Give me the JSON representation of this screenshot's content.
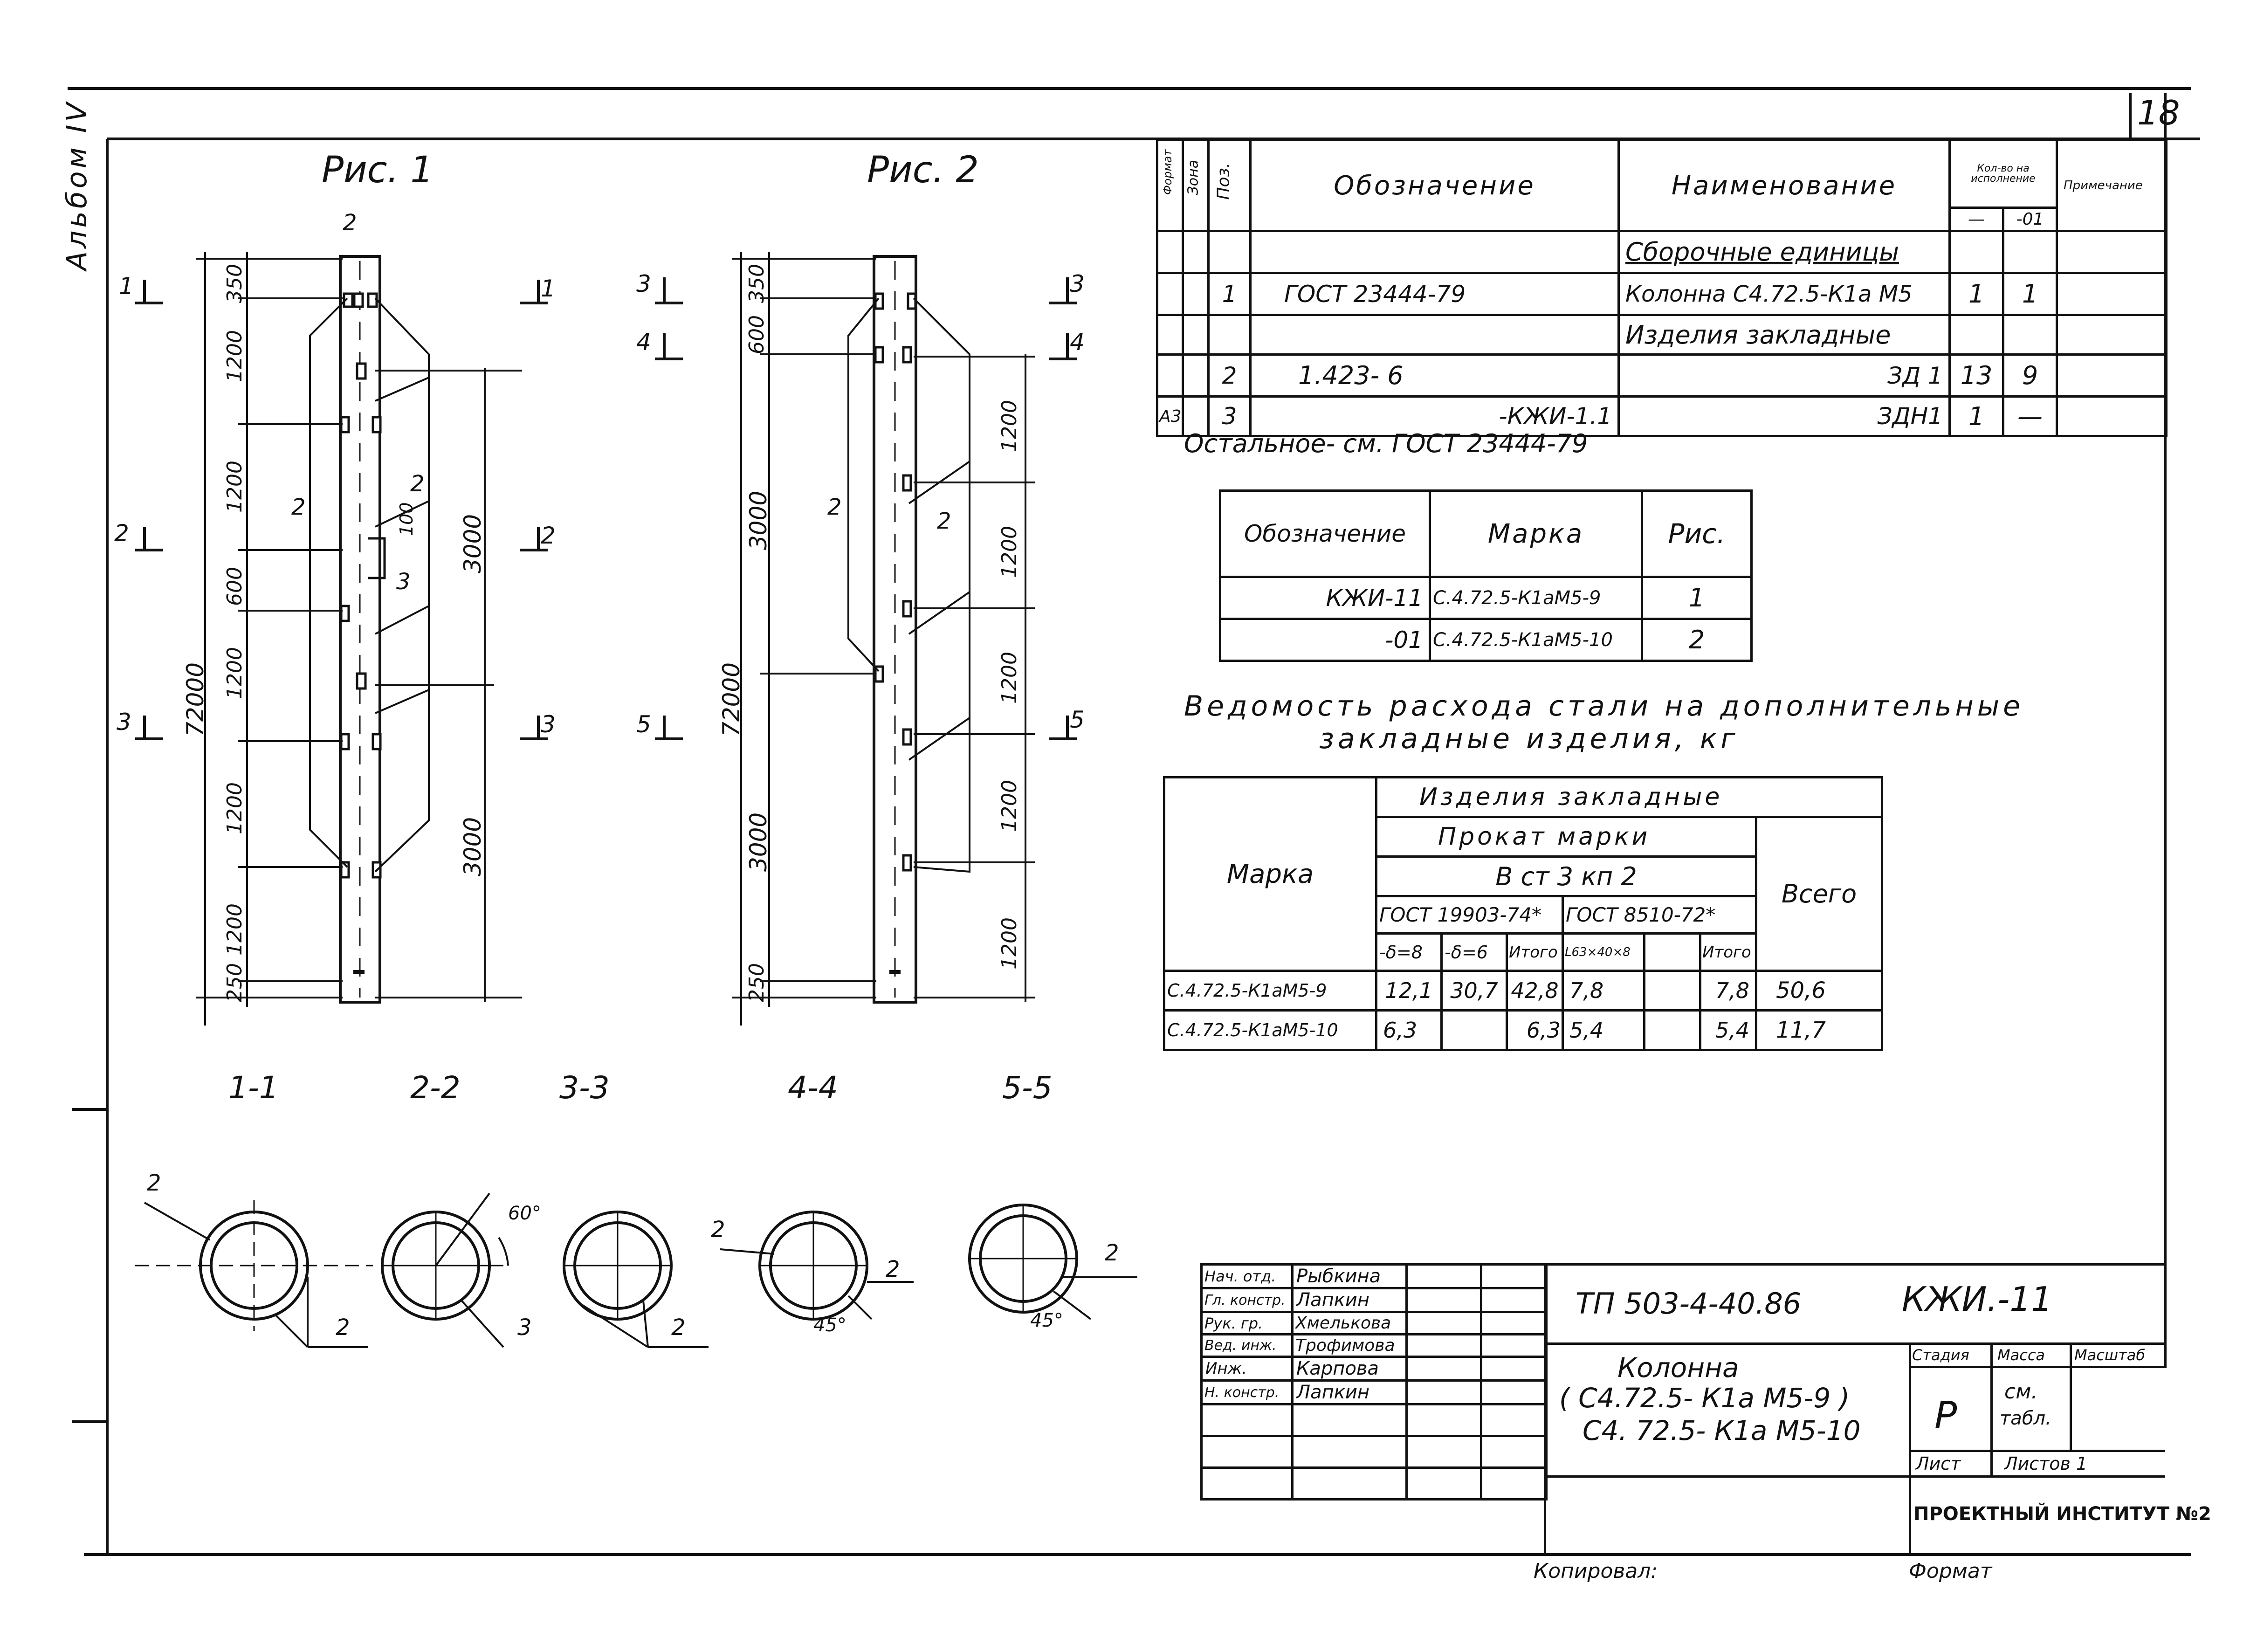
{
  "sheet_number": "18",
  "album_label": "Альбом IV",
  "fig1": {
    "title": "Рис. 1",
    "dims_left": [
      "350",
      "1200",
      "1200",
      "600",
      "1200",
      "1200",
      "1200",
      "250"
    ],
    "overall": "72000",
    "dims_right": [
      "3000",
      "3000"
    ],
    "pos_labels": [
      "2",
      "2",
      "2",
      "3"
    ],
    "offset": "100"
  },
  "fig2": {
    "title": "Рис. 2",
    "dims_left": [
      "350",
      "600",
      "3000",
      "3000",
      "250"
    ],
    "overall": "72000",
    "dims_right": [
      "1200",
      "1200",
      "1200",
      "1200",
      "1200"
    ],
    "pos_labels": [
      "2",
      "2"
    ]
  },
  "section_marks": [
    "1",
    "2",
    "3",
    "1",
    "2",
    "3",
    "3",
    "4",
    "5",
    "3",
    "4",
    "5"
  ],
  "sections": {
    "labels": [
      "1-1",
      "2-2",
      "3-3",
      "4-4",
      "5-5"
    ],
    "angle_60": "60°",
    "angle_45a": "45°",
    "angle_45b": "45°",
    "pos": [
      "2",
      "2",
      "3",
      "2",
      "2",
      "2",
      "2",
      "2"
    ]
  },
  "spec_table": {
    "headers": {
      "format": "Формат",
      "zone": "Зона",
      "pos": "Поз.",
      "designation": "Обозначение",
      "name": "Наименование",
      "qty": "Кол-во на исполнение",
      "qty_a": "—",
      "qty_b": "-01",
      "note": "Примечание"
    },
    "rows": [
      {
        "format": "",
        "zone": "",
        "pos": "",
        "designation": "",
        "name": "Сборочные единицы",
        "qa": "",
        "qb": ""
      },
      {
        "format": "",
        "zone": "",
        "pos": "1",
        "designation": "ГОСТ 23444-79",
        "name": "Колонна С4.72.5-К1а М5",
        "qa": "1",
        "qb": "1"
      },
      {
        "format": "",
        "zone": "",
        "pos": "",
        "designation": "",
        "name": "Изделия закладные",
        "qa": "",
        "qb": ""
      },
      {
        "format": "",
        "zone": "",
        "pos": "2",
        "designation": "1.423- 6",
        "name": "ЗД 1",
        "qa": "13",
        "qb": "9"
      },
      {
        "format": "А3",
        "zone": "",
        "pos": "3",
        "designation": "-КЖИ-1.1",
        "name": "ЗДН1",
        "qa": "1",
        "qb": "—"
      }
    ]
  },
  "rest_note": "Остальное- см. ГОСТ 23444-79",
  "marks_table": {
    "headers": [
      "Обозначение",
      "Марка",
      "Рис."
    ],
    "rows": [
      [
        "КЖИ-11",
        "С.4.72.5-К1аМ5-9",
        "1"
      ],
      [
        "-01",
        "С.4.72.5-К1аМ5-10",
        "2"
      ]
    ]
  },
  "steel_title_1": "Ведомость расхода стали на дополнительные",
  "steel_title_2": "закладные изделия, кг",
  "steel_table": {
    "marka": "Марка",
    "h_group": "Изделия закладные",
    "h_prokat": "Прокат марки",
    "h_steel": "В ст 3 кп 2",
    "h_gost1": "ГОСТ 19903-74*",
    "h_gost2": "ГОСТ 8510-72*",
    "h_total": "Всего",
    "sub": [
      "-δ=8",
      "-δ=6",
      "Итого",
      "L63×40×8",
      "",
      "Итого"
    ],
    "rows": [
      [
        "С.4.72.5-К1аМ5-9",
        "12,1",
        "30,7",
        "42,8",
        "7,8",
        "",
        "7,8",
        "50,6"
      ],
      [
        "С.4.72.5-К1аМ5-10",
        "6,3",
        "",
        "6,3",
        "5,4",
        "",
        "5,4",
        "11,7"
      ]
    ]
  },
  "title_block": {
    "roles": [
      "Нач. отд.",
      "Гл. констр.",
      "Рук. гр.",
      "Вед. инж.",
      "Инж.",
      "Н. констр."
    ],
    "names": [
      "Рыбкина",
      "Лапкин",
      "Хмелькова",
      "Трофимова",
      "Карпова",
      "Лапкин"
    ],
    "doc_code": "ТП 503-4-40.86",
    "doc_mark": "КЖИ.-11",
    "object_1": "Колонна",
    "object_2": "( С4.72.5- К1а М5-9 )",
    "object_3": "С4. 72.5- К1а М5-10",
    "stage_h": "Стадия",
    "mass_h": "Масса",
    "scale_h": "Масштаб",
    "stage": "Р",
    "mass_1": "см.",
    "mass_2": "табл.",
    "sheet_h": "Лист",
    "sheets_h": "Листов 1",
    "org": "ПРОЕКТНЫЙ ИНСТИТУТ №2",
    "copied": "Копировал:",
    "format": "Формат"
  }
}
